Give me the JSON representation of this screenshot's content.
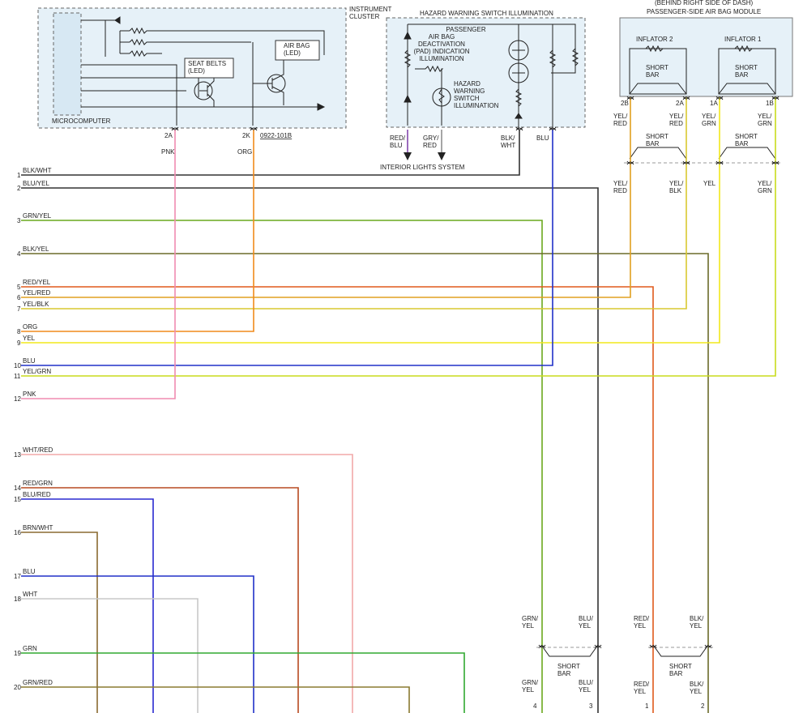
{
  "modules": {
    "instrument_cluster": "INSTRUMENT\nCLUSTER",
    "microcomputer": "MICROCOMPUTER",
    "seat_belts": "SEAT BELTS\n(LED)",
    "air_bag": "AIR BAG\n(LED)",
    "cluster_pins": [
      "2A",
      "2K"
    ],
    "cluster_part": "0922-101B",
    "hazard_title": "HAZARD WARNING SWITCH ILLUMINATION",
    "pad_label": "PASSENGER\nAIR BAG\nDEACTIVATION\n(PAD) INDICATION\nILLUMINATION",
    "hazard_illum": "HAZARD\nWARNING\nSWITCH\nILLUMINATION",
    "interior_lights": "INTERIOR LIGHTS SYSTEM",
    "psab_location": "(BEHIND RIGHT SIDE OF DASH)",
    "psab_title": "PASSENGER-SIDE AIR BAG MODULE",
    "inflator2": "INFLATOR 2",
    "inflator1": "INFLATOR 1",
    "short_bar": "SHORT\nBAR",
    "psab_pins": [
      "2B",
      "2A",
      "1A",
      "1B"
    ]
  },
  "top_wire_labels": [
    {
      "id": "cl-2a",
      "text": "PNK"
    },
    {
      "id": "cl-2k",
      "text": "ORG"
    },
    {
      "id": "hz-1",
      "text": "RED/\nBLU"
    },
    {
      "id": "hz-2",
      "text": "GRY/\nRED"
    },
    {
      "id": "hz-3",
      "text": "BLK/\nWHT"
    },
    {
      "id": "hz-4",
      "text": "BLU"
    }
  ],
  "psab_wire_labels_upper": [
    "YEL/\nRED",
    "YEL/\nRED",
    "YEL/\nGRN",
    "YEL/\nGRN"
  ],
  "psab_wire_labels_lower": [
    "YEL/\nRED",
    "YEL/\nBLK",
    "YEL",
    "YEL/\nGRN"
  ],
  "connector_rows": [
    {
      "pin": "1",
      "wire": "BLK/WHT",
      "color": "#333333"
    },
    {
      "pin": "2",
      "wire": "BLU/YEL",
      "color": "#333333"
    },
    {
      "pin": "3",
      "wire": "GRN/YEL",
      "color": "#6aa81e"
    },
    {
      "pin": "4",
      "wire": "BLK/YEL",
      "color": "#6b6b2a"
    },
    {
      "pin": "5",
      "wire": "RED/YEL",
      "color": "#e05a1c"
    },
    {
      "pin": "6",
      "wire": "YEL/RED",
      "color": "#e0a020"
    },
    {
      "pin": "7",
      "wire": "YEL/BLK",
      "color": "#d8c830"
    },
    {
      "pin": "8",
      "wire": "ORG",
      "color": "#f08a1c"
    },
    {
      "pin": "9",
      "wire": "YEL",
      "color": "#f2e81c"
    },
    {
      "pin": "10",
      "wire": "BLU",
      "color": "#2030c8"
    },
    {
      "pin": "11",
      "wire": "YEL/GRN",
      "color": "#c8dc1c"
    },
    {
      "pin": "12",
      "wire": "PNK",
      "color": "#f08cb0"
    },
    {
      "pin": "13",
      "wire": "WHT/RED",
      "color": "#f2a8a8"
    },
    {
      "pin": "14",
      "wire": "RED/GRN",
      "color": "#b84a20"
    },
    {
      "pin": "15",
      "wire": "BLU/RED",
      "color": "#2a2ad0"
    },
    {
      "pin": "16",
      "wire": "BRN/WHT",
      "color": "#8a6a30"
    },
    {
      "pin": "17",
      "wire": "BLU",
      "color": "#2030c8"
    },
    {
      "pin": "18",
      "wire": "WHT",
      "color": "#c8c8c8"
    },
    {
      "pin": "19",
      "wire": "GRN",
      "color": "#30a830"
    },
    {
      "pin": "20",
      "wire": "GRN/RED",
      "color": "#8a7a30"
    }
  ],
  "bottom_groups": [
    {
      "top_left": "GRN/\nYEL",
      "top_right": "BLU/\nYEL",
      "short_bar": "SHORT\nBAR",
      "bot_left": "GRN/\nYEL",
      "bot_right": "BLU/\nYEL",
      "pin_left": "4",
      "pin_right": "3"
    },
    {
      "top_left": "RED/\nYEL",
      "top_right": "BLK/\nYEL",
      "short_bar": "SHORT\nBAR",
      "bot_left": "RED/\nYEL",
      "bot_right": "BLK/\nYEL",
      "pin_left": "1",
      "pin_right": "2"
    }
  ]
}
